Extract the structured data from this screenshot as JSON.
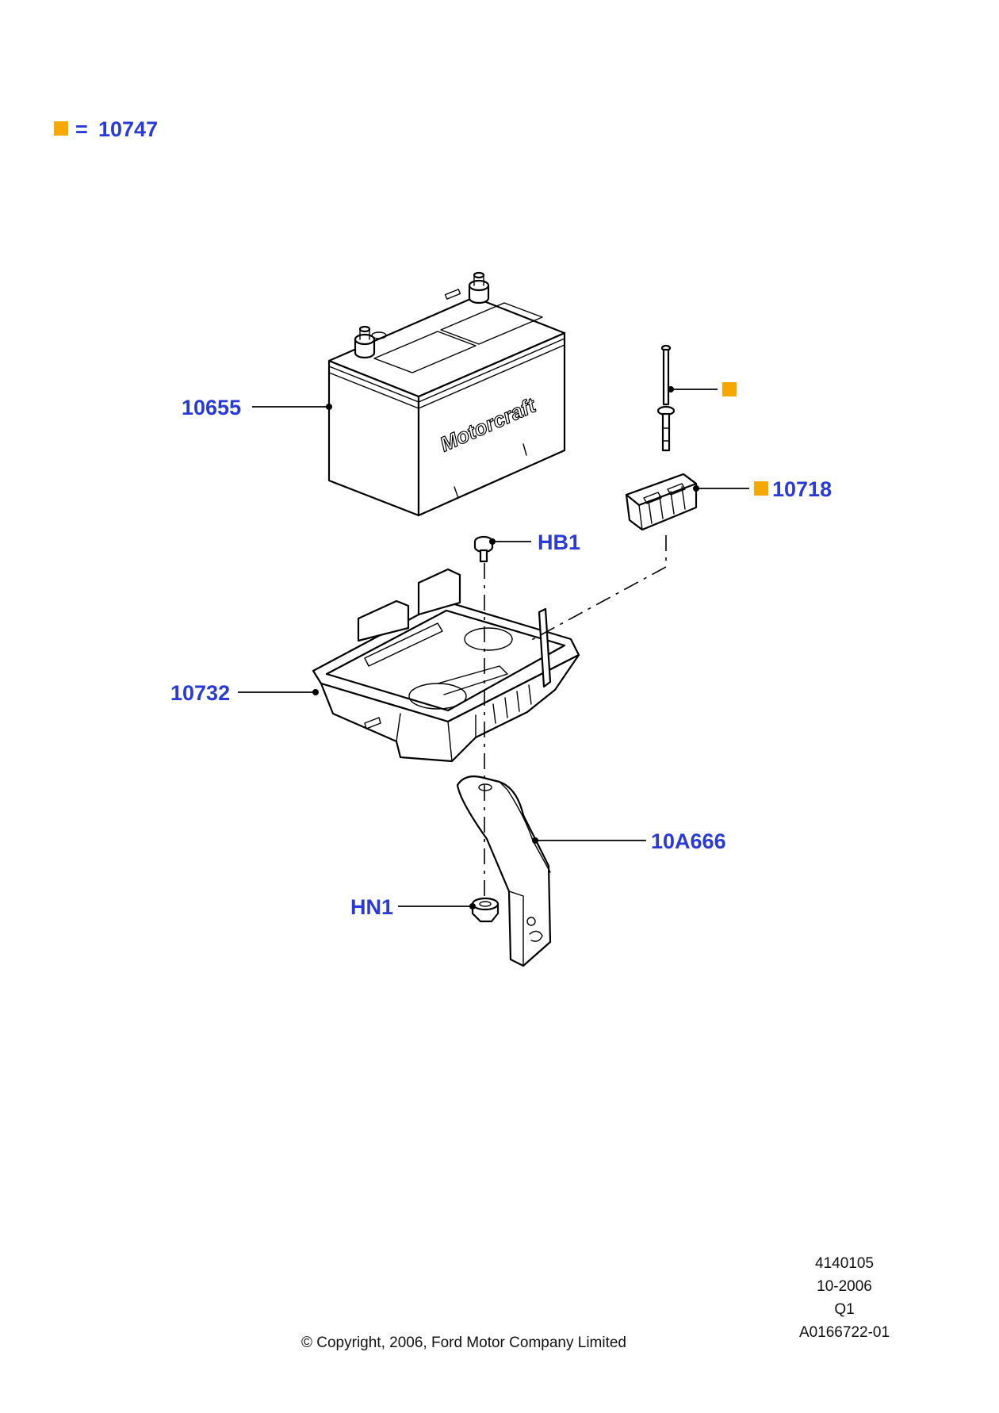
{
  "legend": {
    "equals": "=",
    "code": "10747",
    "marker_color": "#f5a800"
  },
  "colors": {
    "label": "#2a3ad6",
    "line": "#000000"
  },
  "callouts": {
    "battery": "10655",
    "battery_brand": "Motorcraft",
    "hold_down_bolt": "",
    "hold_down_clamp": "10718",
    "tray_bolt": "HB1",
    "battery_tray": "10732",
    "tray_bracket": "10A666",
    "bracket_nut": "HN1"
  },
  "footer": {
    "drawing_number": "4140105",
    "date": "10-2006",
    "revision": "Q1",
    "illustration_id": "A0166722-01",
    "copyright": "© Copyright, 2006, Ford Motor Company Limited"
  }
}
